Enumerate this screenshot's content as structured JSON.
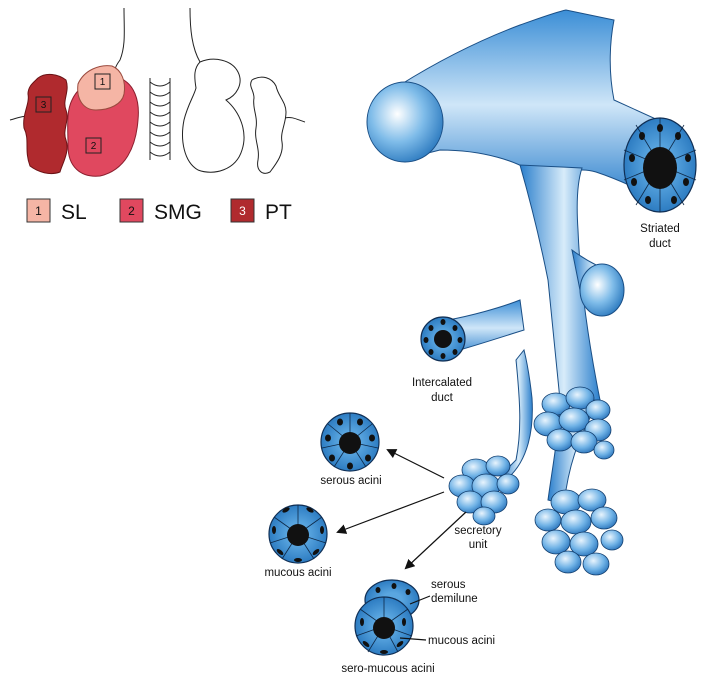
{
  "legend": [
    {
      "num": "1",
      "abbr": "SL",
      "color": "#f5b5a5"
    },
    {
      "num": "2",
      "abbr": "SMG",
      "color": "#e0485f"
    },
    {
      "num": "3",
      "abbr": "PT",
      "color": "#b02a2e"
    }
  ],
  "gland_markers": {
    "sl": "1",
    "smg": "2",
    "pt": "3"
  },
  "labels": {
    "striated_1": "Striated",
    "striated_2": "duct",
    "intercalated_1": "Intercalated",
    "intercalated_2": "duct",
    "secretory_1": "secretory",
    "secretory_2": "unit",
    "serous_acini": "serous acini",
    "mucous_acini": "mucous acini",
    "demilune_1": "serous",
    "demilune_2": "demilune",
    "mucous_acini_inner": "mucous acini",
    "seromucous": "sero-mucous acini"
  },
  "colors": {
    "duct_blue": "#4f9fdc",
    "duct_dark": "#1f6fb8",
    "lumen": "#111111"
  }
}
